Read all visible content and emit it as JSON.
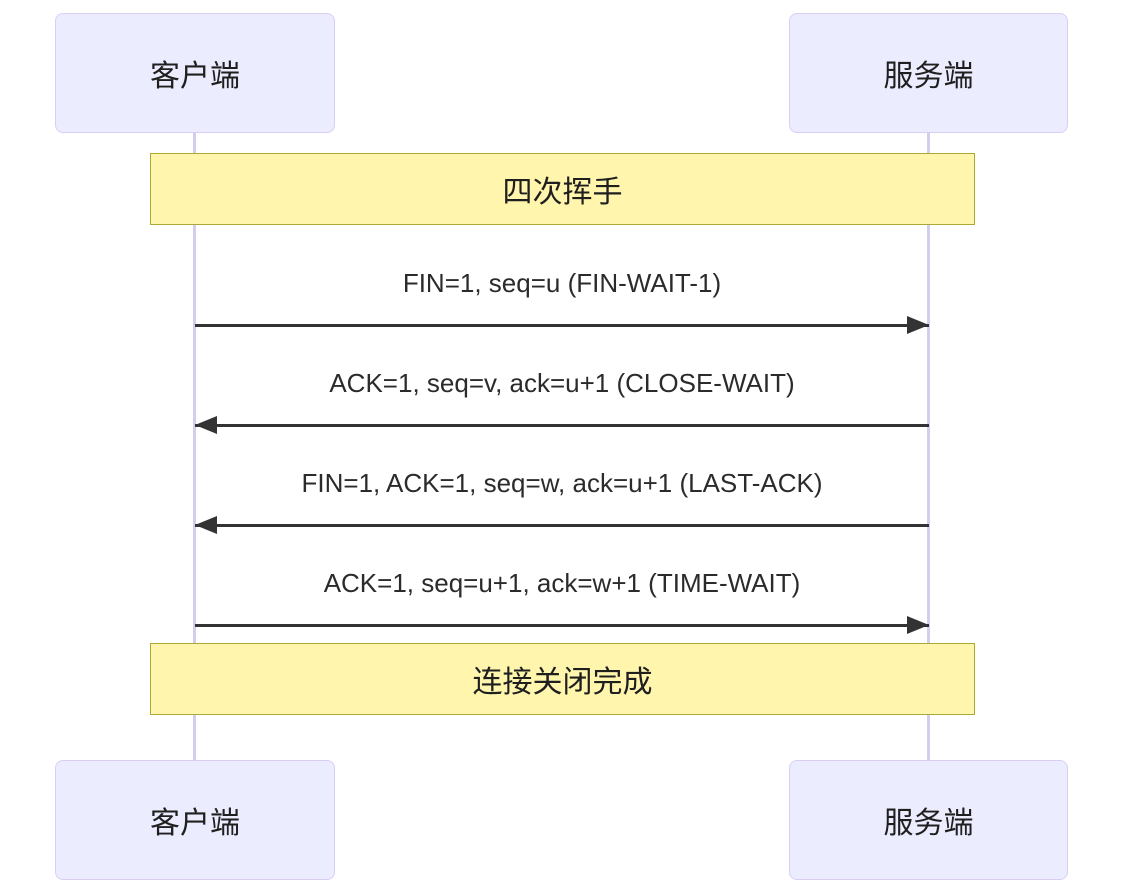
{
  "diagram": {
    "type": "sequence",
    "actors": {
      "client": "客户端",
      "server": "服务端"
    },
    "banners": [
      {
        "label": "四次挥手"
      },
      {
        "label": "连接关闭完成"
      }
    ],
    "messages": [
      {
        "text": "FIN=1, seq=u (FIN-WAIT-1)",
        "from": "client",
        "to": "server",
        "direction": "right"
      },
      {
        "text": "ACK=1, seq=v, ack=u+1 (CLOSE-WAIT)",
        "from": "server",
        "to": "client",
        "direction": "left"
      },
      {
        "text": "FIN=1, ACK=1, seq=w, ack=u+1 (LAST-ACK)",
        "from": "server",
        "to": "client",
        "direction": "left"
      },
      {
        "text": "ACK=1, seq=u+1, ack=w+1 (TIME-WAIT)",
        "from": "client",
        "to": "server",
        "direction": "right"
      }
    ],
    "colors": {
      "actor_fill": "#ECECFF",
      "actor_border": "#DACEF3",
      "banner_fill": "#FFF5AD",
      "banner_border": "#AAAA33",
      "lifeline": "#D6CCEE",
      "arrow": "#333333",
      "text": "#1F1F1F"
    }
  }
}
